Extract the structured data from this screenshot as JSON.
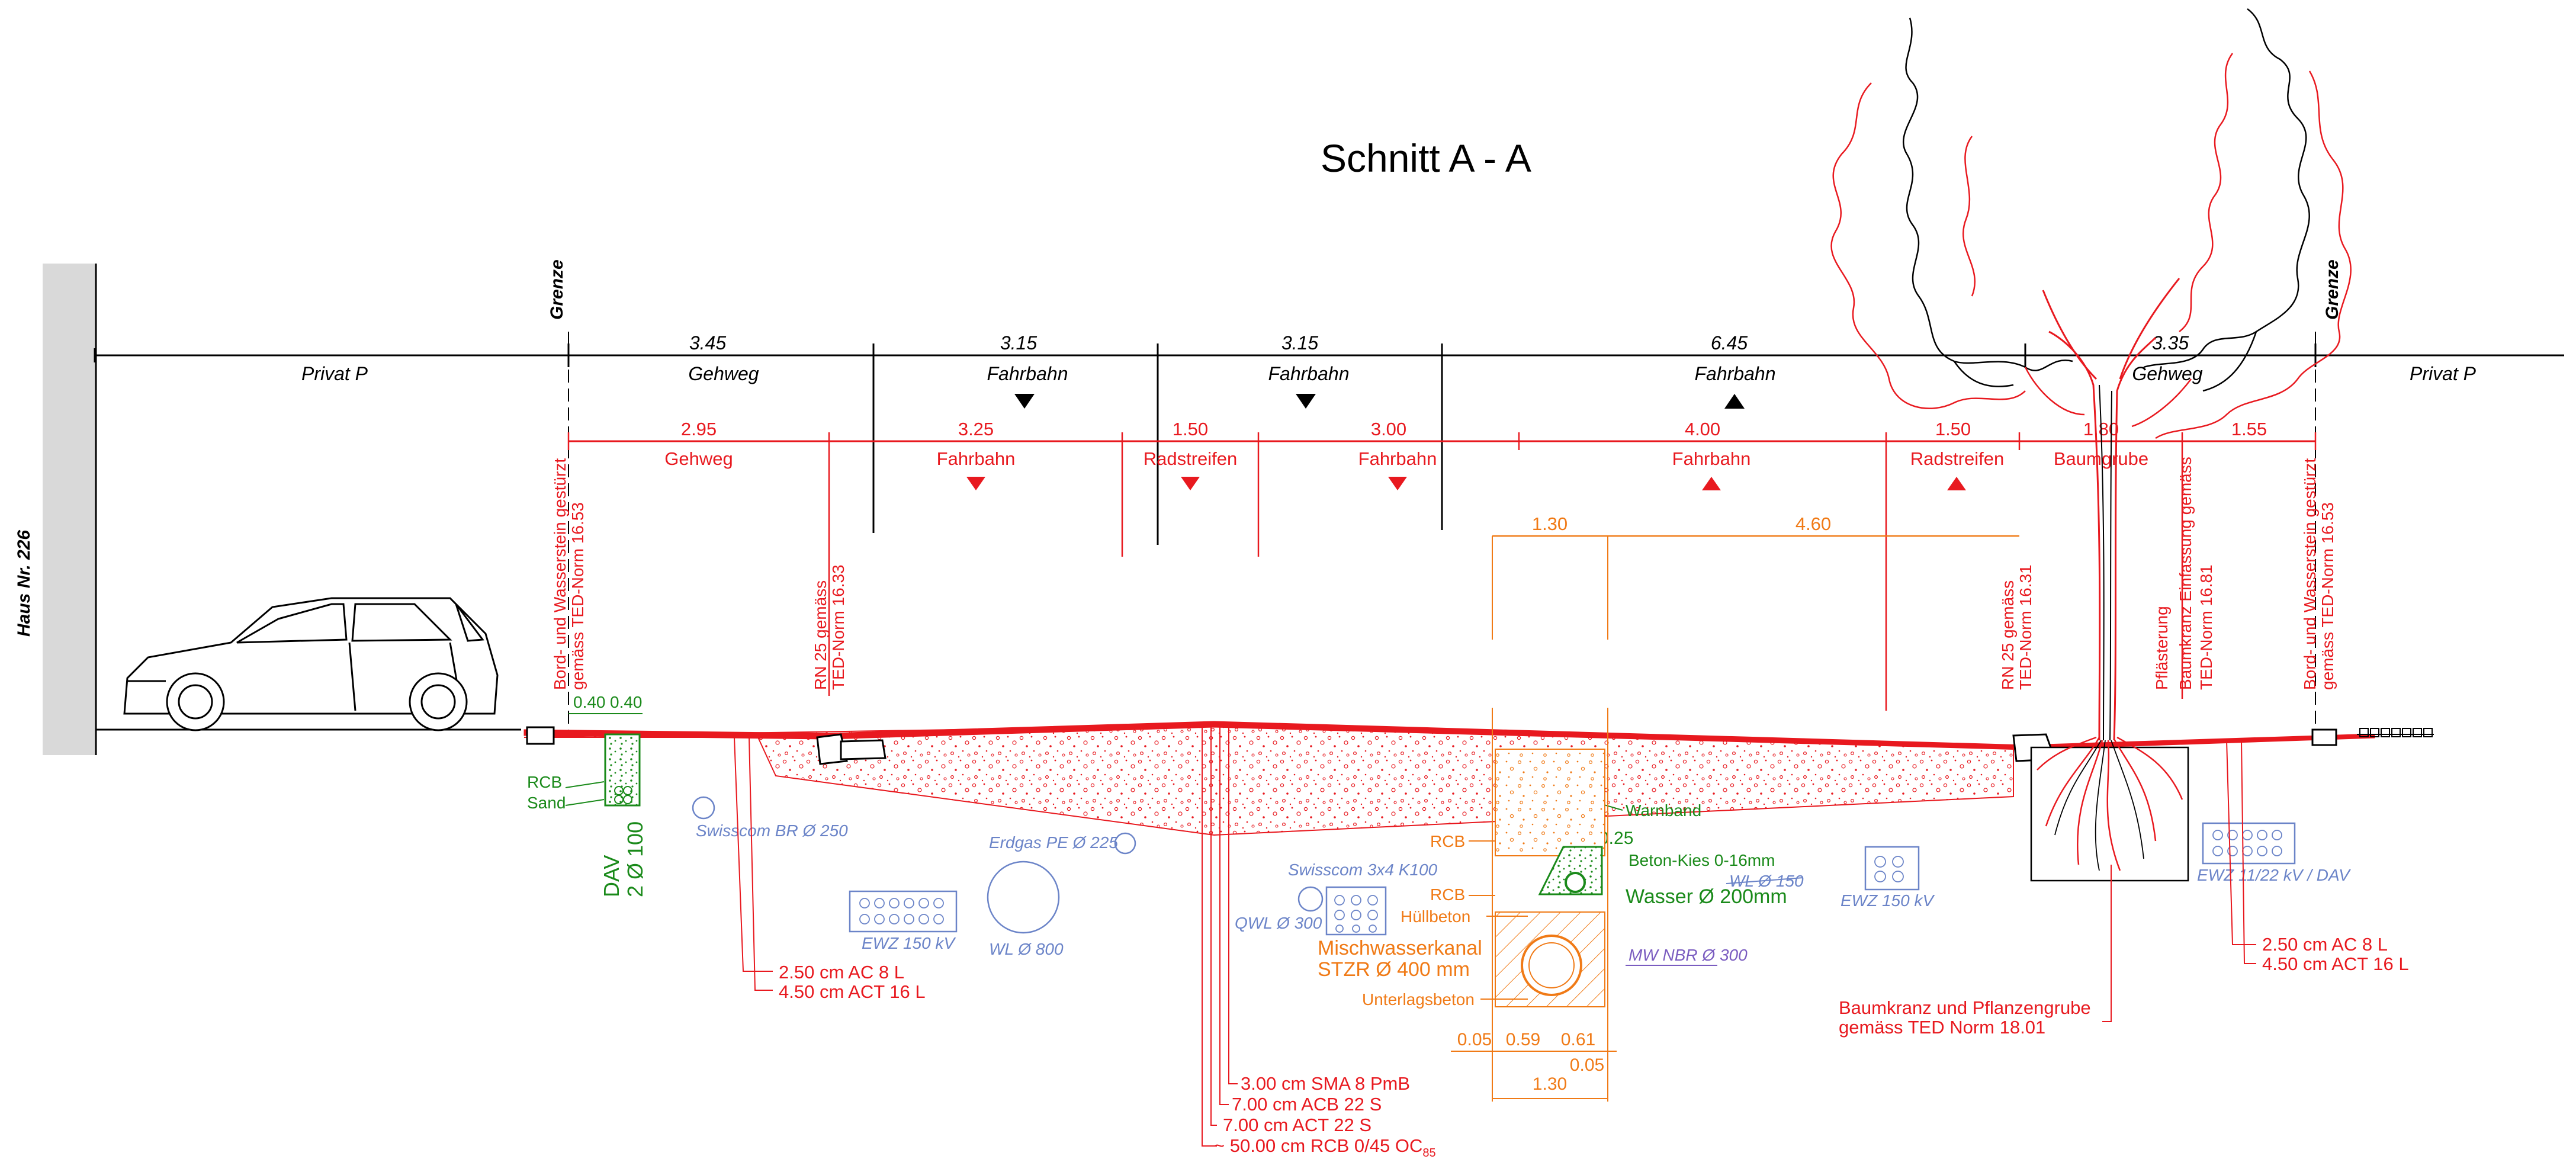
{
  "title": "Schnitt A - A",
  "house_label": "Haus Nr. 226",
  "boundary_labels": [
    "Grenze",
    "Grenze"
  ],
  "colors": {
    "black": "#000000",
    "red": "#e8191f",
    "green": "#1a8a1a",
    "orange": "#f07a16",
    "blue": "#6b84c8",
    "purple": "#7a5cc0",
    "house_wall": "#d9d9d9"
  },
  "existing": {
    "dims": [
      "3.45",
      "3.15",
      "3.15",
      "6.45",
      "3.35"
    ],
    "zones": [
      "Privat P",
      "Gehweg",
      "Fahrbahn",
      "Fahrbahn",
      "Fahrbahn",
      "Gehweg",
      "Privat P"
    ]
  },
  "planned": {
    "dims": [
      "2.95",
      "3.25",
      "1.50",
      "3.00",
      "4.00",
      "1.50",
      "1.80",
      "1.55"
    ],
    "zones": [
      "Gehweg",
      "Fahrbahn",
      "Radstreifen",
      "Fahrbahn",
      "Fahrbahn",
      "Radstreifen",
      "Baumgrube"
    ]
  },
  "trench_dims": {
    "top": [
      "1.30",
      "4.60"
    ],
    "bottom": [
      "0.05",
      "0.59",
      "0.61",
      "1.30",
      "0.05"
    ],
    "cover": "0.25"
  },
  "curb_dims": [
    "0.40",
    "0.40"
  ],
  "vertical_notes": {
    "curb_left": [
      "Bord- und Wasserstein gestürzt",
      "gemäss TED-Norm 16.53"
    ],
    "rn_left": [
      "RN 25 gemäss",
      "TED-Norm 16.33"
    ],
    "rn_right": [
      "RN 25 gemäss",
      "TED-Norm 16.31"
    ],
    "paving": [
      "Pflästerung",
      "Baumkranz Einfassung gemäss",
      "TED-Norm 16.81"
    ],
    "curb_right": [
      "Bord- und Wasserstein gestürzt",
      "gemäss TED-Norm 16.53"
    ]
  },
  "green_labels": {
    "rcb": "RCB",
    "sand": "Sand",
    "dav": "DAV",
    "dav_pipes": "2 Ø 100",
    "warnband": "Warnband",
    "beton_kies": "Beton-Kies 0-16mm",
    "wasser": "Wasser Ø 200mm"
  },
  "orange_labels": {
    "rcb1": "RCB",
    "rcb2": "RCB",
    "huellbeton": "Hüllbeton",
    "kanal1": "Mischwasserkanal",
    "kanal2": "STZR Ø 400 mm",
    "unterlagsbeton": "Unterlagsbeton"
  },
  "utilities": {
    "swisscom_br": "Swisscom BR Ø 250",
    "erdgas": "Erdgas PE Ø 225",
    "ewz_left": "EWZ 150 kV",
    "wl_800": "WL Ø 800",
    "swisscom_k": "Swisscom 3x4 K100",
    "qwl": "QWL Ø 300",
    "wl_150": "WL Ø 150",
    "ewz_mid": "EWZ 150 kV",
    "mw_nbr": "MW NBR Ø 300",
    "ewz_right": "EWZ 11/22 kV / DAV"
  },
  "layers_left": [
    "2.50 cm AC 8 L",
    "4.50 cm ACT  16 L"
  ],
  "layers_right": [
    "2.50 cm AC 8 L",
    "4.50 cm ACT  16 L"
  ],
  "layers_road": [
    "3.00 cm SMA 8 PmB",
    "7.00 cm ACB 22 S",
    "7.00 cm ACT 22 S",
    "~ 50.00 cm RCB 0/45 OC"
  ],
  "layers_road_sub": "85",
  "tree_note": [
    "Baumkranz und Pflanzengrube",
    "gemäss TED Norm 18.01"
  ]
}
